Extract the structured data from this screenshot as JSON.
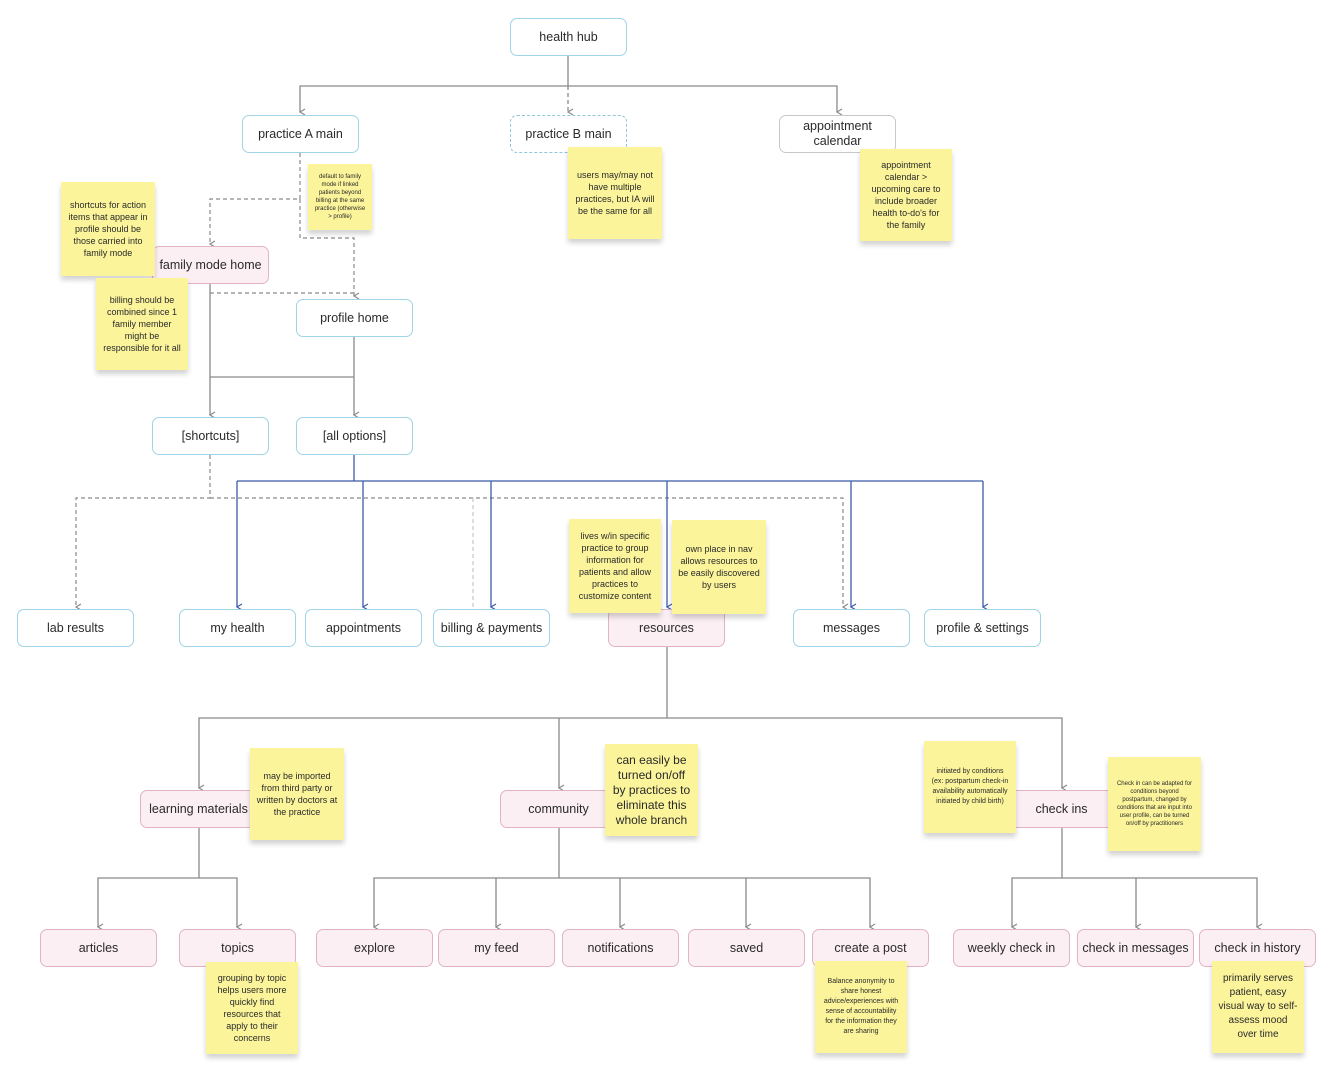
{
  "nodes": {
    "health_hub": "health hub",
    "practice_a": "practice A main",
    "practice_b": "practice B main",
    "appointment_calendar": "appointment calendar",
    "family_mode_home": "family mode home",
    "profile_home": "profile home",
    "shortcuts": "[shortcuts]",
    "all_options": "[all options]",
    "lab_results": "lab results",
    "my_health": "my health",
    "appointments": "appointments",
    "billing_payments": "billing & payments",
    "resources": "resources",
    "messages": "messages",
    "profile_settings": "profile & settings",
    "learning_materials": "learning materials",
    "community": "community",
    "check_ins": "check ins",
    "articles": "articles",
    "topics": "topics",
    "explore": "explore",
    "my_feed": "my feed",
    "notifications": "notifications",
    "saved": "saved",
    "create_post": "create a post",
    "weekly_check_in": "weekly check in",
    "check_in_messages": "check in messages",
    "check_in_history": "check in history"
  },
  "notes": {
    "multiple_practices": "users may/may not have multiple practices, but IA will be the same for all",
    "calendar_upcoming": "appointment calendar > upcoming care to include broader health to-do's for the family",
    "default_family": "default to family mode if linked patients beyond billing at the same practice (otherwise > profile)",
    "shortcuts_note": "shortcuts for action items that appear in profile should be those carried into family mode",
    "billing_note": "billing should be combined since 1 family member might be responsible for it all",
    "lives_within": "lives w/in specific practice to group information for patients and allow practices to customize content",
    "own_place": "own place in nav allows resources to be easily discovered by users",
    "imported": "may be imported from third party or written by doctors at the practice",
    "turned_off": "can easily be turned on/off by practices to eliminate this whole branch",
    "initiated_by": "initiated by conditions (ex: postpartum check-in availability automatically initiated by child birth)",
    "check_in_adapted": "Check in can be adapted for conditions beyond postpartum, changed by conditions that are input into user profile, can be turned on/off by practitioners",
    "grouping_topic": "grouping by topic helps users more quickly find resources that apply to their concerns",
    "balance_anonymity": "Balance anonymity to share honest advice/experiences with sense of accountability for the information they are sharing",
    "primarily_serves": "primarily serves patient, easy visual way to self-assess mood over time"
  },
  "colors": {
    "blue_border": "#9fd4e6",
    "pink_border": "#e2b3c7",
    "pink_fill": "#fbeff4",
    "sticky": "#fbf49b",
    "connector_gray": "#8a8a8a",
    "connector_blue": "#3b5aa8"
  }
}
